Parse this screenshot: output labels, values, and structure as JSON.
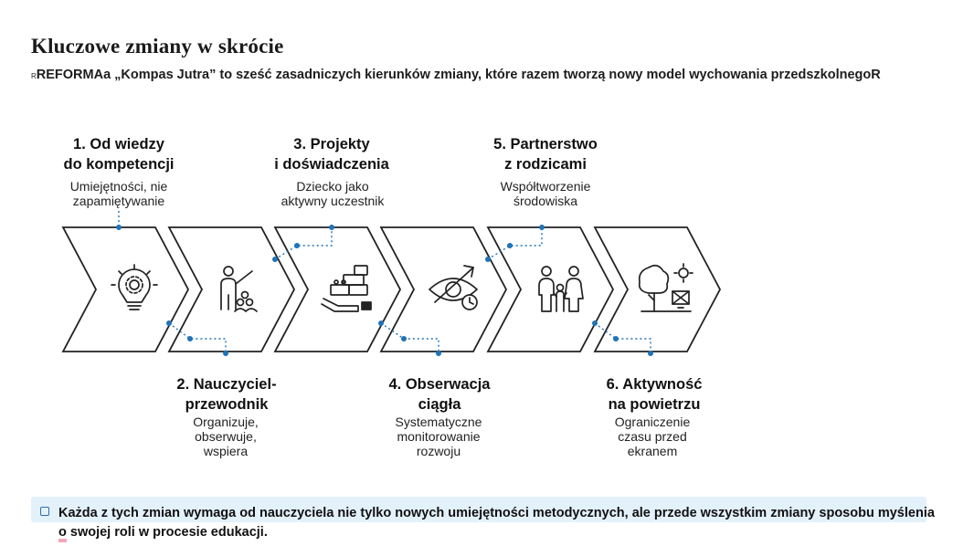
{
  "page": {
    "title": "Kluczowe zmiany w skrócie",
    "subtitle_prefix": "R",
    "subtitle_main": "REFORMAa „Kompas Jutra” to sześć zasadniczych kierunków zmiany, które razem tworzą nowy model wychowania przedszkolnegoR"
  },
  "steps": [
    {
      "label_line1": "1. Od wiedzy",
      "label_line2": "do kompetencji",
      "desc_line1": "Umiejętności, nie",
      "desc_line2": "zapamiętywanie",
      "desc_line3": "",
      "icon": "lightbulb-gear-icon"
    },
    {
      "label_line1": "2. Nauczyciel-",
      "label_line2": "przewodnik",
      "desc_line1": "Organizuje,",
      "desc_line2": "obserwuje,",
      "desc_line3": "wspiera",
      "icon": "teacher-pointing-icon"
    },
    {
      "label_line1": "3. Projekty",
      "label_line2": "i doświadczenia",
      "desc_line1": "Dziecko jako",
      "desc_line2": "aktywny uczestnik",
      "desc_line3": "",
      "icon": "building-blocks-icon"
    },
    {
      "label_line1": "4. Obserwacja",
      "label_line2": "ciągła",
      "desc_line1": "Systematyczne",
      "desc_line2": "monitorowanie",
      "desc_line3": "rozwoju",
      "icon": "eye-trend-clock-icon"
    },
    {
      "label_line1": "5. Partnerstwo",
      "label_line2": "z rodzicami",
      "desc_line1": "Współtworzenie",
      "desc_line2": "środowiska",
      "desc_line3": "",
      "icon": "family-icon"
    },
    {
      "label_line1": "6. Aktywność",
      "label_line2": "na powietrzu",
      "desc_line1": "Ograniczenie",
      "desc_line2": "czasu przed",
      "desc_line3": "ekranem",
      "icon": "tree-sun-no-screen-icon"
    }
  ],
  "callout": {
    "line1": "Każda z tych zmian wymaga od nauczyciela nie tylko nowych umiejętności metodycznych, ale przede wszystkim zmiany sposobu myślenia",
    "line2": "o swojej roli w procesie edukacji."
  },
  "colors": {
    "accent": "#1f74b8",
    "chevron_stroke": "#222222",
    "callout_bg": "#e3f1fb"
  }
}
